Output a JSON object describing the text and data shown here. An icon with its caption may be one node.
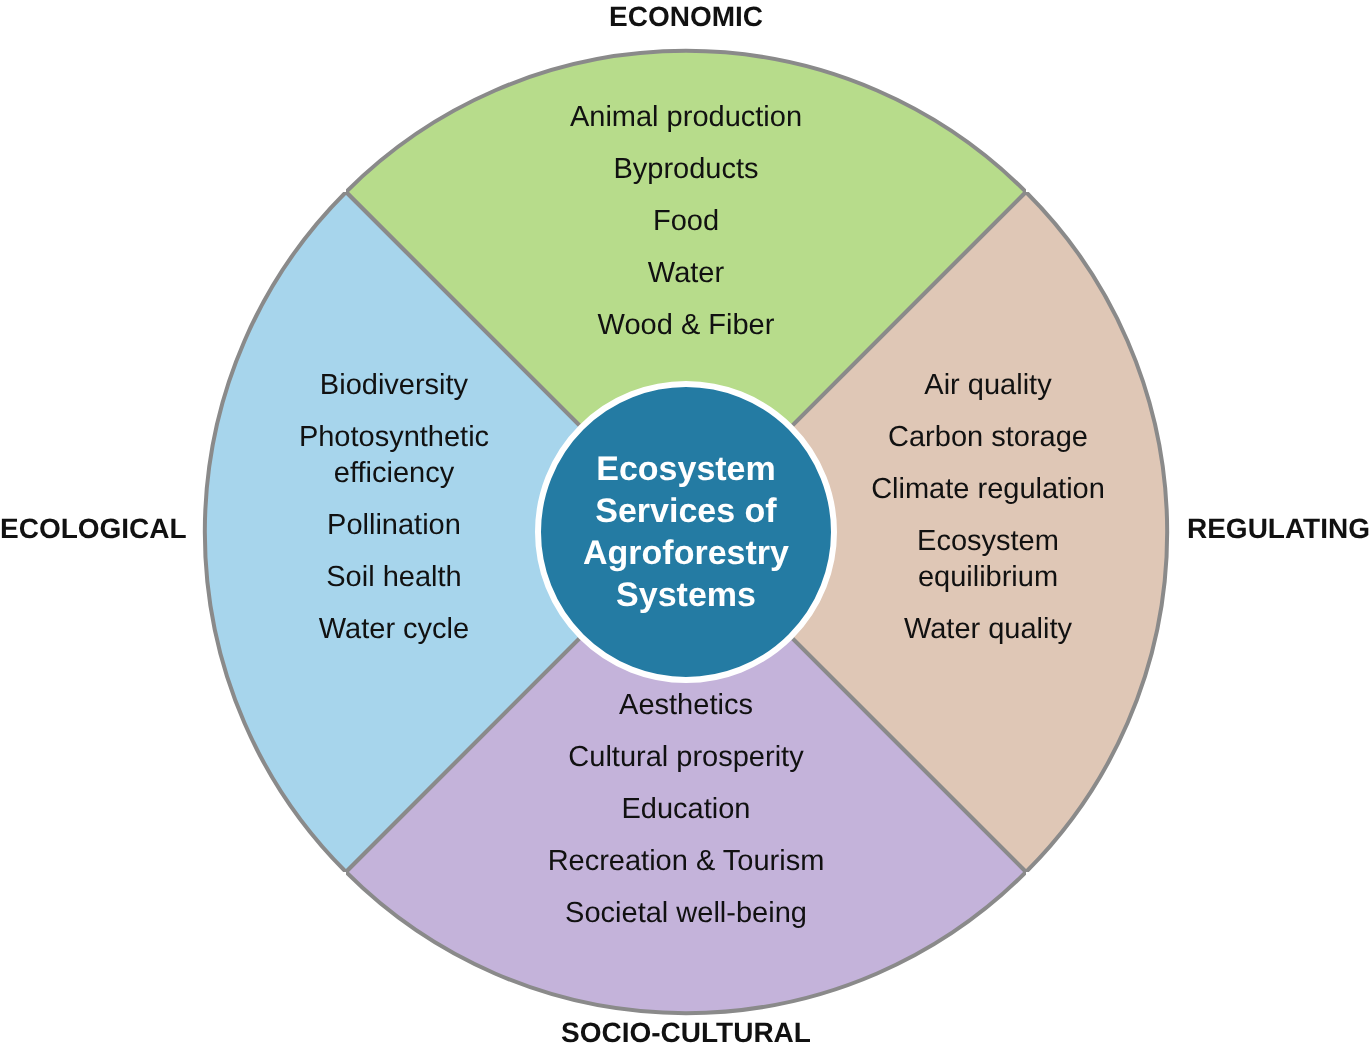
{
  "diagram": {
    "nodes": [
      {
        "text": [
          "ECONOMIC",
          "Animal production",
          "Byproducts",
          "Food",
          "Water",
          "Wood & Fiber"
        ]
      },
      {
        "text": [
          "ECOLOGICAL",
          "Biodiversity",
          "Photosynthetic efficiency",
          "Pollination",
          "Soil health",
          "Water cycle"
        ]
      },
      {
        "text": [
          "Ecosystem Services of Agroforestry Systems"
        ]
      },
      {
        "text": [
          "REGULATING",
          "Air quality",
          "Carbon storage",
          "Climate regulation",
          "Ecosystem equilibrium",
          "Water quality"
        ]
      },
      {
        "text": [
          "Aesthetics",
          "Cultural prosperity",
          "Education",
          "Recreation & Tourism",
          "Societal well-being",
          "SOCIO-CULTURAL"
        ]
      }
    ]
  }
}
